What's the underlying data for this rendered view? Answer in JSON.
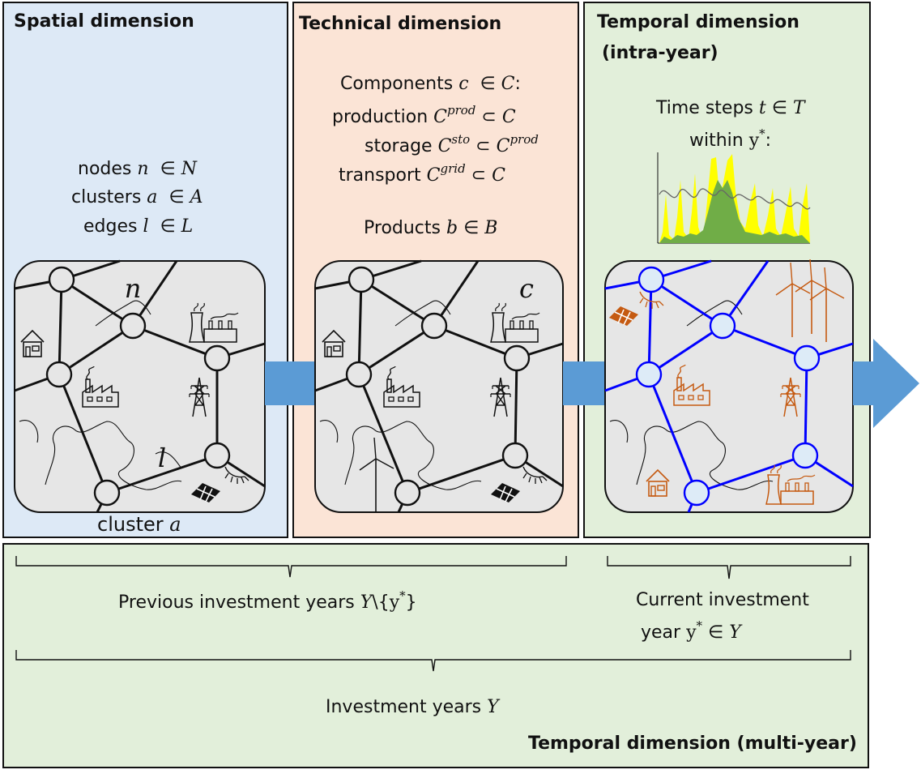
{
  "panels": {
    "spatial": {
      "title": "Spatial dimension",
      "nodes_label": "nodes",
      "clusters_label": "clusters",
      "edges_label": "edges",
      "cluster_caption": "cluster",
      "map_node_letter": "n",
      "map_edge_letter": "l"
    },
    "technical": {
      "title": "Technical dimension",
      "components_label": "Components",
      "production_label": "production",
      "storage_label": "storage",
      "transport_label": "transport",
      "products_label": "Products",
      "map_component_letter": "c"
    },
    "temporal_intra": {
      "title_line1": "Temporal dimension",
      "title_line2": "(intra-year)",
      "timesteps_label": "Time steps",
      "within_label": "within"
    },
    "temporal_multi": {
      "title": "Temporal dimension (multi-year)",
      "previous_label": "Previous investment years",
      "current_line1": "Current investment",
      "current_line2": "year",
      "investment_label": "Investment years"
    }
  },
  "colors": {
    "spatial_bg": "#dde9f6",
    "technical_bg": "#fbe4d6",
    "temporal_bg": "#e2efda",
    "map_bg": "#e6e6e6",
    "arrow": "#5b9bd5",
    "blue_edges": "#0000ff",
    "node_blue_fill": "#ddebf7",
    "orange_icons": "#c55a11",
    "chart_yellow": "#ffff00",
    "chart_green": "#70ad47"
  }
}
